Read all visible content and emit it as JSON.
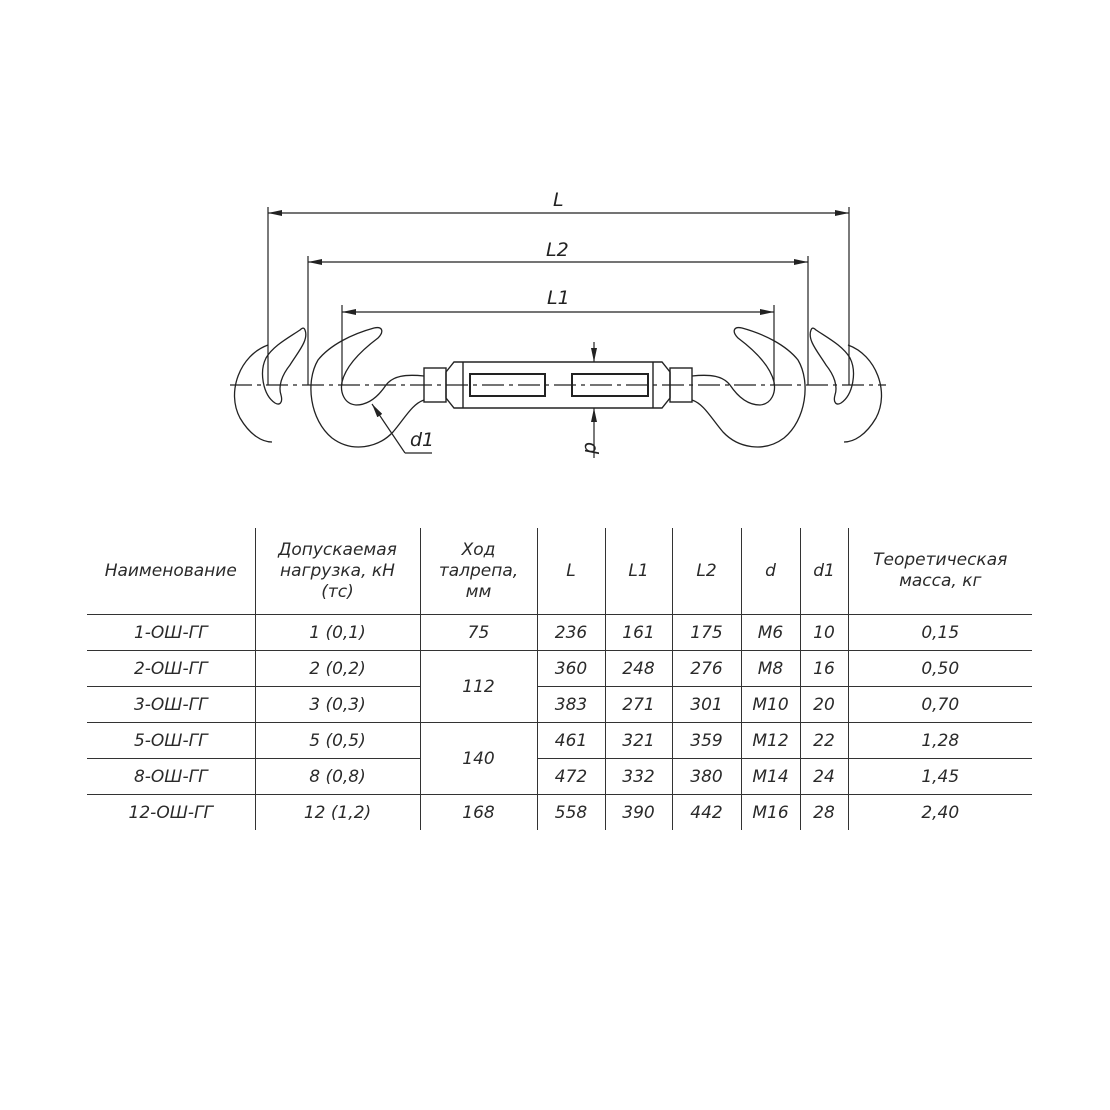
{
  "drawing": {
    "dimensions": {
      "L": "L",
      "L2": "L2",
      "L1": "L1",
      "d": "d",
      "d1": "d1"
    }
  },
  "table": {
    "headers": {
      "name": "Наименование",
      "load": [
        "Допускаемая",
        "нагрузка, кН",
        "(тс)"
      ],
      "stroke": [
        "Ход",
        "талрепа,",
        "мм"
      ],
      "L": "L",
      "L1": "L1",
      "L2": "L2",
      "d": "d",
      "d1": "d1",
      "mass": [
        "Теоретическая",
        "масса, кг"
      ]
    },
    "rows": [
      {
        "name": "1-ОШ-ГГ",
        "load": "1 (0,1)",
        "stroke": "75",
        "L": "236",
        "L1": "161",
        "L2": "175",
        "d": "М6",
        "d1": "10",
        "mass": "0,15"
      },
      {
        "name": "2-ОШ-ГГ",
        "load": "2 (0,2)",
        "stroke": "112",
        "L": "360",
        "L1": "248",
        "L2": "276",
        "d": "М8",
        "d1": "16",
        "mass": "0,50"
      },
      {
        "name": "3-ОШ-ГГ",
        "load": "3 (0,3)",
        "L": "383",
        "L1": "271",
        "L2": "301",
        "d": "М10",
        "d1": "20",
        "mass": "0,70"
      },
      {
        "name": "5-ОШ-ГГ",
        "load": "5 (0,5)",
        "stroke": "140",
        "L": "461",
        "L1": "321",
        "L2": "359",
        "d": "М12",
        "d1": "22",
        "mass": "1,28"
      },
      {
        "name": "8-ОШ-ГГ",
        "load": "8 (0,8)",
        "L": "472",
        "L1": "332",
        "L2": "380",
        "d": "М14",
        "d1": "24",
        "mass": "1,45"
      },
      {
        "name": "12-ОШ-ГГ",
        "load": "12 (1,2)",
        "stroke": "168",
        "L": "558",
        "L1": "390",
        "L2": "442",
        "d": "М16",
        "d1": "28",
        "mass": "2,40"
      }
    ]
  }
}
